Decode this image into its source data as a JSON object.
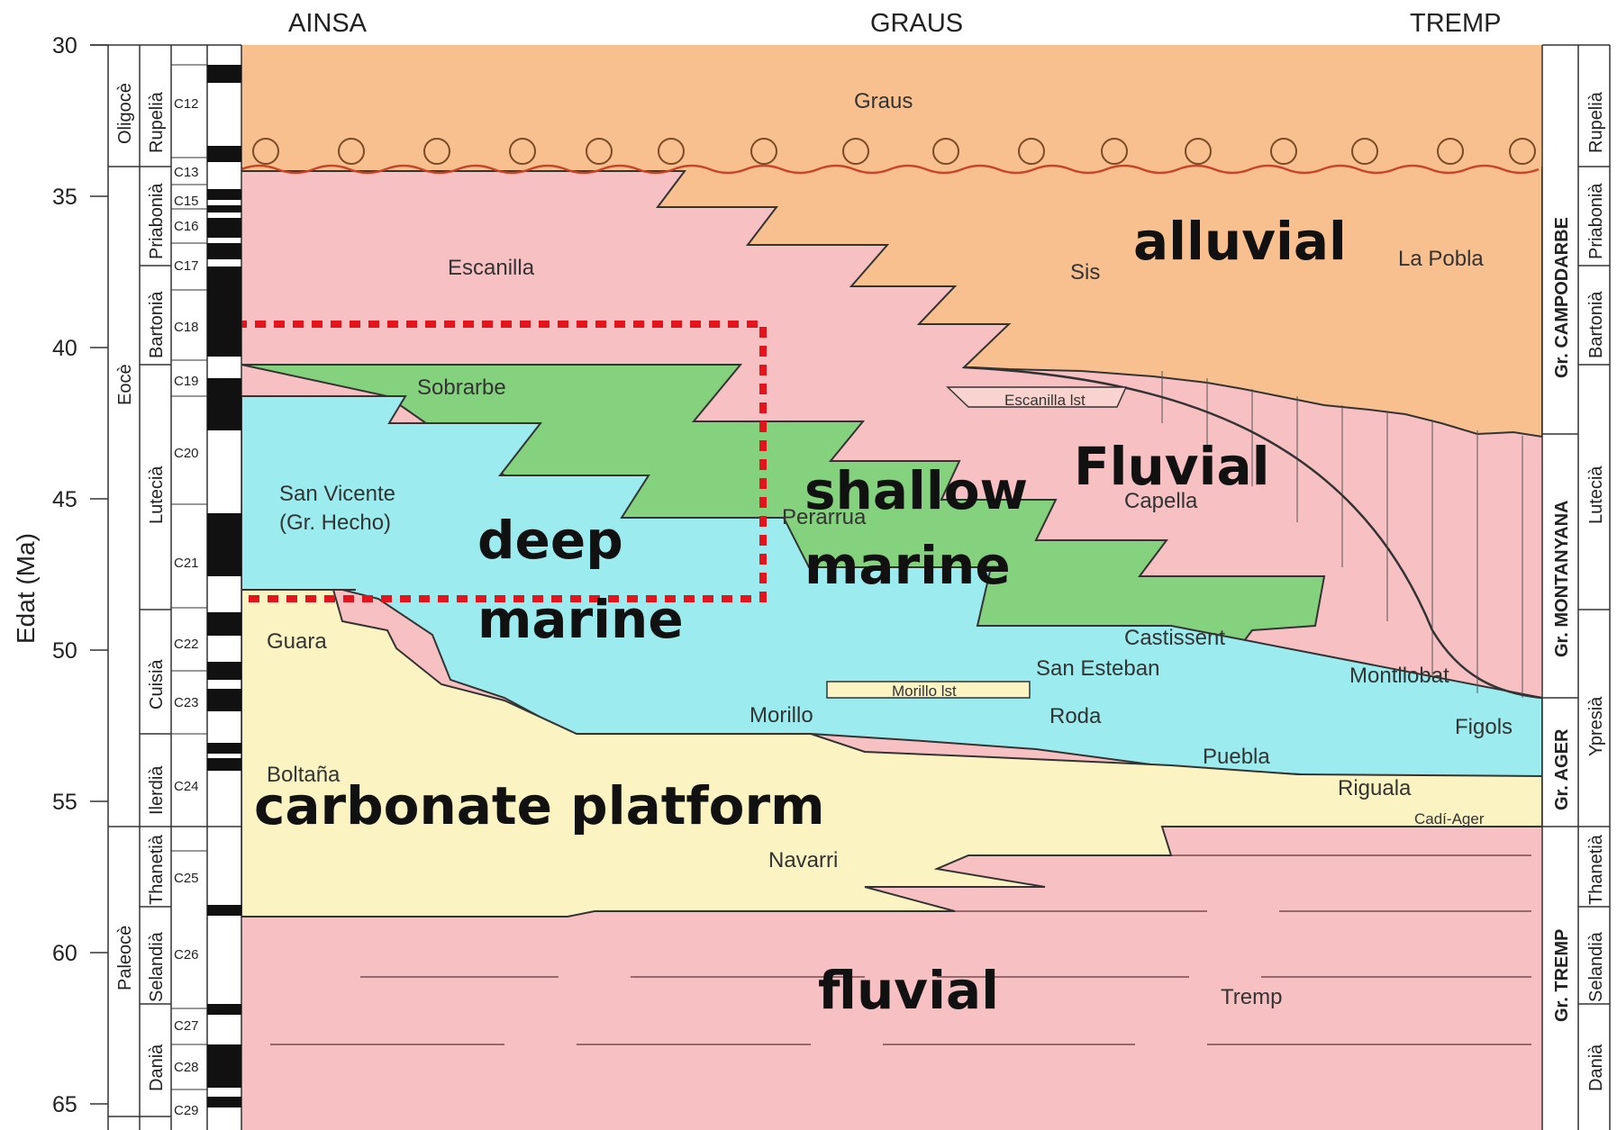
{
  "locations": [
    "AINSA",
    "GRAUS",
    "TREMP"
  ],
  "y_axis": {
    "label": "Edat (Ma)",
    "ticks": [
      "30",
      "35",
      "40",
      "45",
      "50",
      "55",
      "60",
      "65"
    ]
  },
  "epochs": [
    "Oligocè",
    "Eocè",
    "Paleocè"
  ],
  "stages_left": [
    "Rupelià",
    "Priabonià",
    "Bartonià",
    "Lutecià",
    "Cuisià",
    "Ilerdià",
    "Thanetià",
    "Selandià",
    "Danià"
  ],
  "stages_right": [
    "Rupelià",
    "Priabonià",
    "Bartonià",
    "Lutecià",
    "Ypresià",
    "Thanetià",
    "Selandià",
    "Danià"
  ],
  "chrons": [
    "C12",
    "C13",
    "C15",
    "C16",
    "C17",
    "C18",
    "C19",
    "C20",
    "C21",
    "C22",
    "C23",
    "C24",
    "C25",
    "C26",
    "C27",
    "C28",
    "C29"
  ],
  "groups": [
    "Gr. CAMPODARBE",
    "Gr. MONTANYANA",
    "Gr. AGER",
    "Gr. TREMP"
  ],
  "units": {
    "graus": "Graus",
    "escanilla": "Escanilla",
    "sis": "Sis",
    "la_pobla": "La Pobla",
    "sobrarbe": "Sobrarbe",
    "escanilla_lst": "Escanilla lst",
    "san_vicente_1": "San Vicente",
    "san_vicente_2": "(Gr. Hecho)",
    "perarrua": "Perarrua",
    "capella": "Capella",
    "guara": "Guara",
    "castissent": "Castissent",
    "san_esteban": "San Esteban",
    "montllobat": "Montllobat",
    "morillo_lst": "Morillo lst",
    "morillo": "Morillo",
    "roda": "Roda",
    "figols": "Figols",
    "boltana": "Boltaña",
    "puebla": "Puebla",
    "riguala": "Riguala",
    "cadi_ager": "Cadí-Ager",
    "navarri": "Navarri",
    "tremp": "Tremp"
  },
  "annotations": {
    "alluvial": "alluvial",
    "fluvial_upper": "Fluvial",
    "shallow_1": "shallow",
    "shallow_2": "marine",
    "deep_1": "deep",
    "deep_2": "marine",
    "carbonate": "carbonate platform",
    "fluvial_lower": "fluvial"
  },
  "colors": {
    "alluvial": "#f9c08f",
    "fluvial_pink": "#f7c1c3",
    "shallow_green": "#84d17e",
    "deep_cyan": "#9cecef",
    "carbonate_yellow": "#fbf3c1",
    "highlight_red": "#e3141b"
  }
}
